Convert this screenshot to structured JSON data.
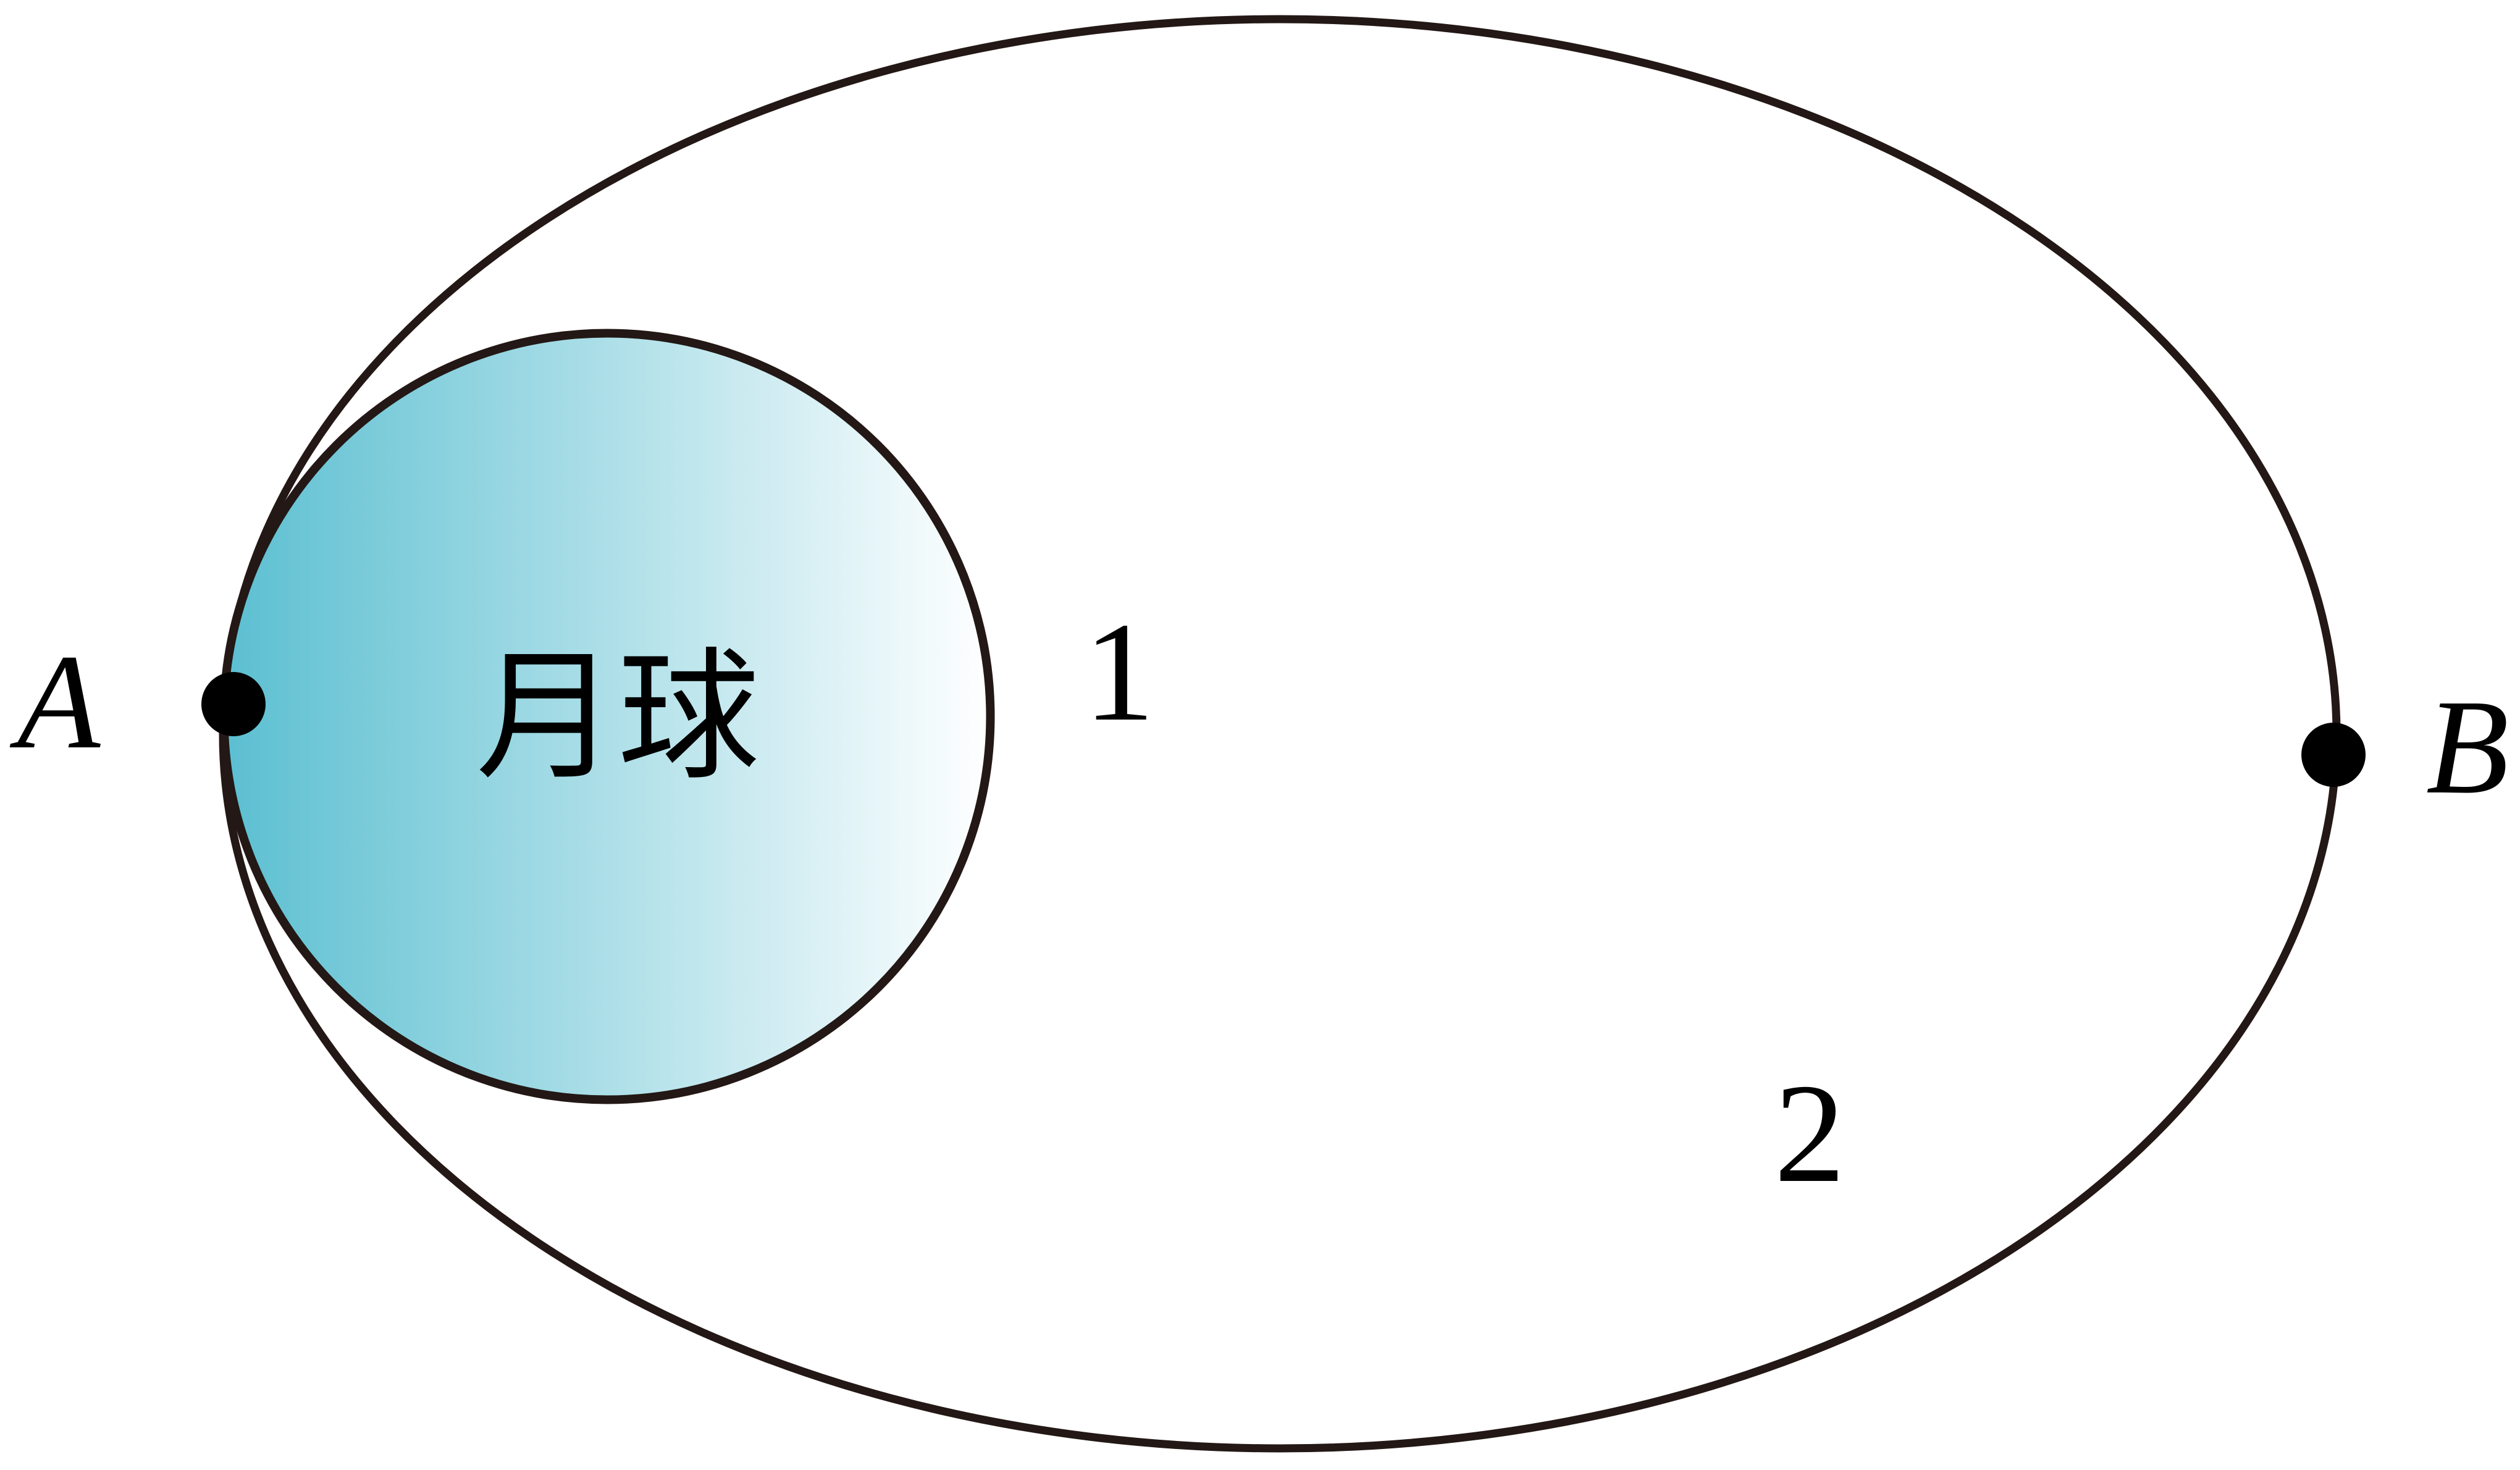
{
  "diagram": {
    "moon_label": "月球",
    "orbit_1_label": "1",
    "orbit_2_label": "2",
    "point_a_label": "A",
    "point_b_label": "B"
  },
  "colors": {
    "stroke": "#231815",
    "moon_gradient_start": "#5bbfd1",
    "moon_gradient_end": "#ffffff",
    "point_fill": "#000000"
  }
}
